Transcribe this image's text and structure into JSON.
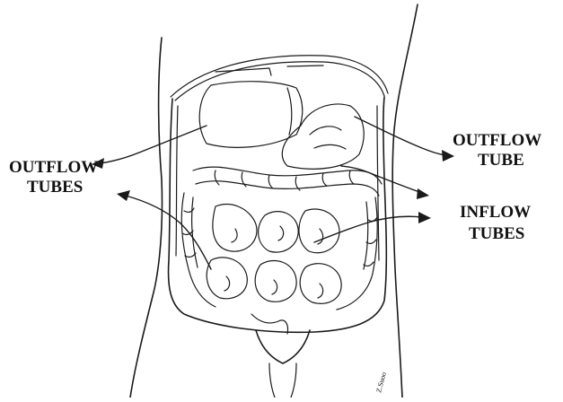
{
  "labels": {
    "outflow_tubes": [
      "OUTFLOW",
      "TUBES"
    ],
    "outflow_tube": [
      "OUTFLOW",
      "TUBE"
    ],
    "inflow_tubes": [
      "INFLOW",
      "TUBES"
    ],
    "signature": "Z.Suoo"
  }
}
